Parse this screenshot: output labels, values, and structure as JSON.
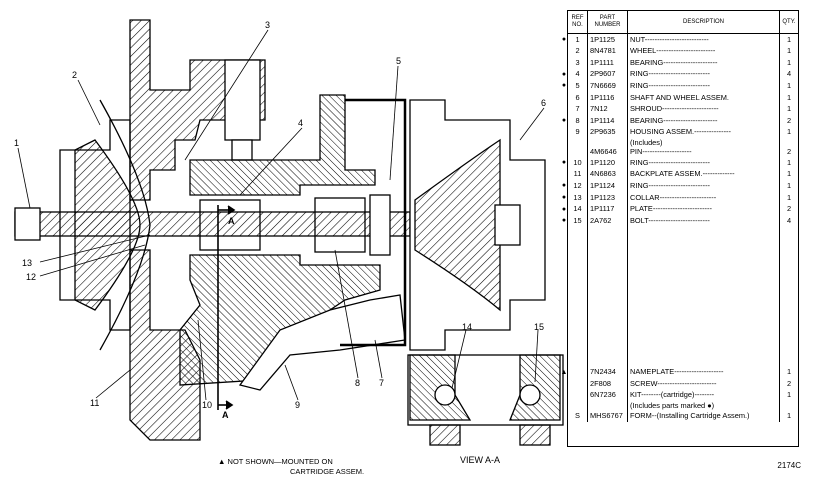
{
  "drawing": {
    "callouts": [
      "1",
      "2",
      "3",
      "4",
      "5",
      "6",
      "7",
      "8",
      "9",
      "10",
      "11",
      "12",
      "13",
      "14",
      "15"
    ],
    "section_letter": "A",
    "view_label": "VIEW A-A",
    "legend_symbol": "▲",
    "legend_line1": "NOT SHOWN—MOUNTED ON",
    "legend_line2": "CARTRIDGE ASSEM.",
    "figure_code": "2174C"
  },
  "parts_list": {
    "headers": {
      "ref": "REF NO.",
      "part": "PART NUMBER",
      "desc": "DESCRIPTION",
      "qty": "QTY."
    },
    "rows": [
      {
        "mark": "●",
        "ref": "1",
        "part": "1P1125",
        "desc": "NUT--------------------------",
        "qty": "1"
      },
      {
        "mark": "",
        "ref": "2",
        "part": "8N4781",
        "desc": "WHEEL------------------------",
        "qty": "1"
      },
      {
        "mark": "",
        "ref": "3",
        "part": "1P1111",
        "desc": "BEARING----------------------",
        "qty": "1"
      },
      {
        "mark": "●",
        "ref": "4",
        "part": "2P9607",
        "desc": "RING-------------------------",
        "qty": "4"
      },
      {
        "mark": "●",
        "ref": "5",
        "part": "7N6669",
        "desc": "RING-------------------------",
        "qty": "1"
      },
      {
        "mark": "",
        "ref": "6",
        "part": "1P1116",
        "desc": "SHAFT AND WHEEL ASSEM.",
        "qty": "1"
      },
      {
        "mark": "",
        "ref": "7",
        "part": "7N12",
        "desc": "SHROUD-----------------------",
        "qty": "1"
      },
      {
        "mark": "●",
        "ref": "8",
        "part": "1P1114",
        "desc": "BEARING----------------------",
        "qty": "2"
      },
      {
        "mark": "",
        "ref": "9",
        "part": "2P9635",
        "desc": "HOUSING ASSEM.---------------",
        "qty": "1"
      },
      {
        "mark": "",
        "ref": "",
        "part": "",
        "desc": "(Includes)",
        "qty": ""
      },
      {
        "mark": "",
        "ref": "",
        "part": "4M6646",
        "desc": "PIN--------------------",
        "qty": "2"
      },
      {
        "mark": "●",
        "ref": "10",
        "part": "1P1120",
        "desc": "RING-------------------------",
        "qty": "1"
      },
      {
        "mark": "",
        "ref": "11",
        "part": "4N6863",
        "desc": "BACKPLATE ASSEM.-------------",
        "qty": "1"
      },
      {
        "mark": "●",
        "ref": "12",
        "part": "1P1124",
        "desc": "RING-------------------------",
        "qty": "1"
      },
      {
        "mark": "●",
        "ref": "13",
        "part": "1P1123",
        "desc": "COLLAR-----------------------",
        "qty": "1"
      },
      {
        "mark": "●",
        "ref": "14",
        "part": "1P1117",
        "desc": "PLATE------------------------",
        "qty": "2"
      },
      {
        "mark": "●",
        "ref": "15",
        "part": "2A762",
        "desc": "BOLT-------------------------",
        "qty": "4"
      }
    ],
    "footer_rows": [
      {
        "mark": "▲",
        "ref": "",
        "part": "7N2434",
        "desc": "NAMEPLATE--------------------",
        "qty": "1"
      },
      {
        "mark": "",
        "ref": "",
        "part": "2F808",
        "desc": "SCREW------------------------",
        "qty": "2"
      },
      {
        "mark": "",
        "ref": "",
        "part": "6N7236",
        "desc": "KIT--------(cartridge)--------",
        "qty": "1"
      },
      {
        "mark": "",
        "ref": "",
        "part": "",
        "desc": "(Includes parts marked ●)",
        "qty": ""
      },
      {
        "mark": "",
        "ref": "S",
        "part": "MHS6767",
        "desc": "FORM--(Installing Cartridge Assem.)",
        "qty": "1"
      }
    ]
  }
}
